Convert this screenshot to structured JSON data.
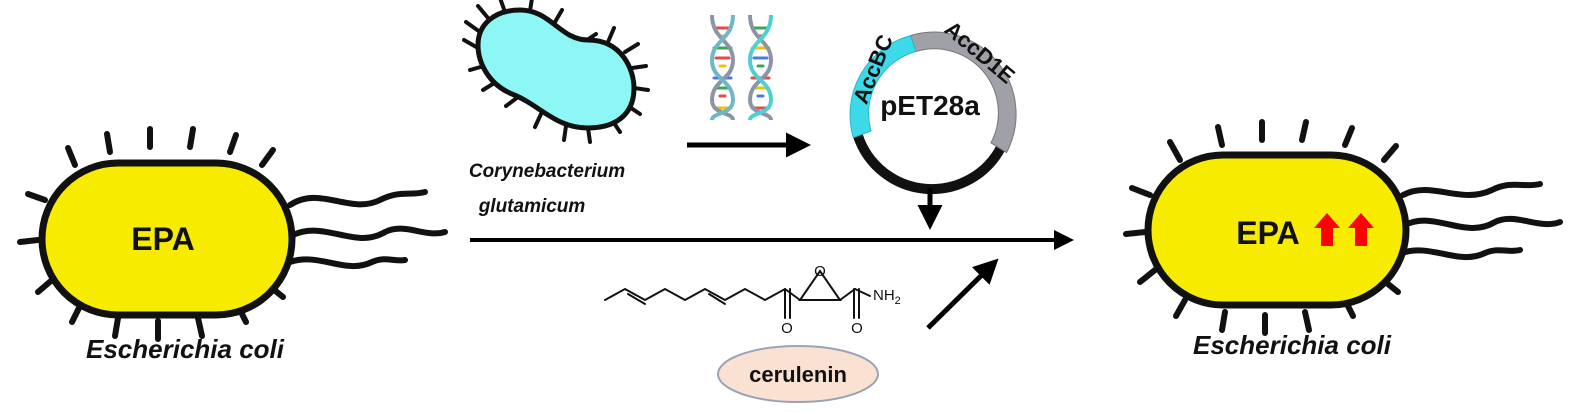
{
  "left_cell": {
    "label": "EPA",
    "species": "Escherichia coli",
    "body_color": "#f7ec00"
  },
  "right_cell": {
    "label": "EPA",
    "species": "Escherichia coli",
    "body_color": "#f7ec00",
    "indicator_icon": "up-arrow-icon",
    "indicator_color": "#ff0000",
    "indicator_count": 2
  },
  "donor": {
    "genus": "Corynebacterium",
    "species": "glutamicum",
    "body_color": "#8cf7f4"
  },
  "dna_icon": "dna-double-helix-icon",
  "plasmid": {
    "name": "pET28a",
    "gene_1": "AccBC",
    "gene_2": "AccD1E",
    "gene_1_color": "#3dd9e8",
    "gene_2_color": "#a0a0a8",
    "backbone_color": "#111111"
  },
  "inhibitor": {
    "name": "cerulenin",
    "fill_color": "#f9e2d2",
    "atom_o": "O",
    "atom_n": "NH",
    "atom_n_subscript": "2"
  }
}
